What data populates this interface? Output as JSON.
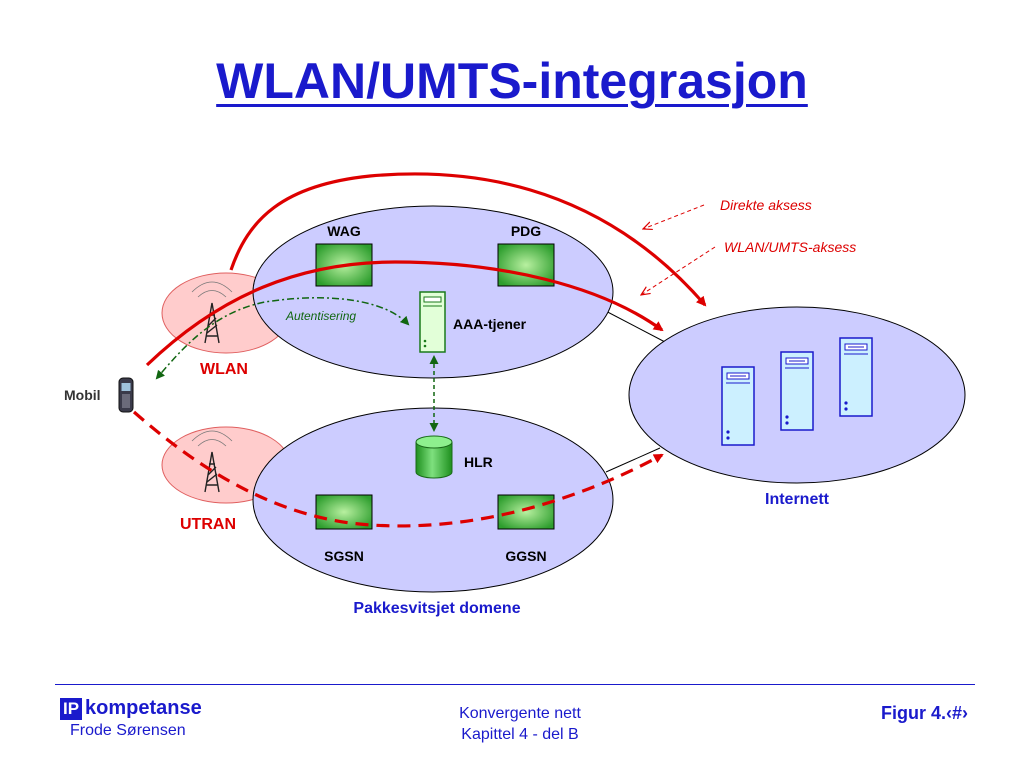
{
  "title": "WLAN/UMTS-integrasjon",
  "legend": {
    "direct_access": "Direkte aksess",
    "wlan_umts_access": "WLAN/UMTS-aksess"
  },
  "wlan_domain": {
    "wag": "WAG",
    "pdg": "PDG",
    "aaa_server": "AAA-tjener",
    "authentication": "Autentisering"
  },
  "packet_domain": {
    "hlr": "HLR",
    "sgsn": "SGSN",
    "ggsn": "GGSN",
    "label": "Pakkesvitsjet domene"
  },
  "access": {
    "wlan": "WLAN",
    "utran": "UTRAN",
    "mobile": "Mobil"
  },
  "internet": {
    "label": "Internett"
  },
  "footer": {
    "logo_mark": "IP",
    "logo_text": "kompetanse",
    "author": "Frode Sørensen",
    "course_line1": "Konvergente nett",
    "course_line2": "Kapittel 4 - del B",
    "figure": "Figur 4.‹#›"
  },
  "colors": {
    "title": "#1a1acc",
    "domain_fill": "#ccccff",
    "access_fill": "#ffcccc",
    "direct_path": "#dd0000",
    "node_green": "#33aa33"
  }
}
